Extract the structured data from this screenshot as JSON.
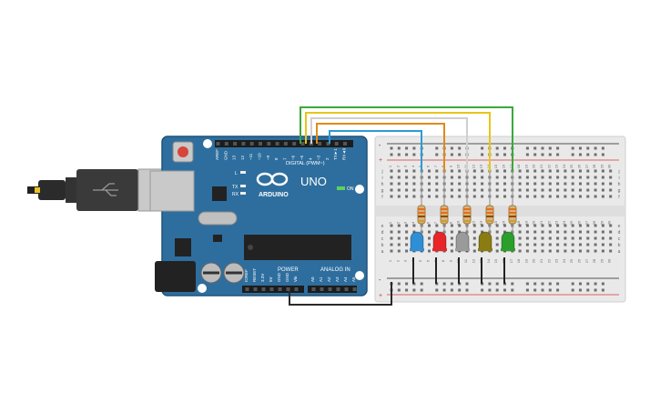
{
  "arduino": {
    "logo_text": "ARDUINO",
    "model": "UNO",
    "digital_label": "DIGITAL (PWM~)",
    "power_label": "POWER",
    "analog_label": "ANALOG IN",
    "on_label": "ON",
    "tx_label": "TX",
    "rx_label": "RX",
    "l_label": "L",
    "digital_pins": [
      "AREF",
      "GND",
      "13",
      "12",
      "~11",
      "~10",
      "~9",
      "8",
      "7",
      "~6",
      "~5",
      "4",
      "~3",
      "2",
      "TX►1",
      "RX◄0"
    ],
    "power_pins": [
      "IOREF",
      "RESET",
      "3.3V",
      "5V",
      "GND",
      "GND",
      "Vin"
    ],
    "analog_pins": [
      "A0",
      "A1",
      "A2",
      "A3",
      "A4",
      "A5"
    ]
  },
  "breadboard": {
    "columns": [
      "1",
      "2",
      "3",
      "4",
      "5",
      "6",
      "7",
      "8",
      "9",
      "10",
      "11",
      "12",
      "13",
      "14",
      "15",
      "16",
      "17",
      "18",
      "19",
      "20",
      "21",
      "22",
      "23",
      "24",
      "25",
      "26",
      "27",
      "28",
      "29",
      "30"
    ],
    "rows_top": [
      "j",
      "i",
      "h",
      "g",
      "f"
    ],
    "rows_bottom": [
      "e",
      "d",
      "c",
      "b",
      "a"
    ],
    "rail_plus": "+",
    "rail_minus": "-"
  },
  "leds": [
    {
      "name": "blue",
      "color": "#2f8fd6"
    },
    {
      "name": "red",
      "color": "#e8262a"
    },
    {
      "name": "white",
      "color": "#9a9a9a"
    },
    {
      "name": "yellow",
      "color": "#8a7c10"
    },
    {
      "name": "green",
      "color": "#2aa02a"
    }
  ],
  "wires": [
    {
      "name": "green",
      "color": "#3aa83a"
    },
    {
      "name": "yellow",
      "color": "#e6c619"
    },
    {
      "name": "white",
      "color": "#cfcfcf"
    },
    {
      "name": "orange",
      "color": "#e08a1a"
    },
    {
      "name": "blue",
      "color": "#2e9bd6"
    },
    {
      "name": "ground",
      "color": "#2a2a2a"
    }
  ],
  "colors": {
    "board": "#2e6e9e",
    "board_dark": "#1f5078",
    "breadboard": "#e9e9e9",
    "rail_red": "#d33",
    "rail_blue": "#222"
  }
}
